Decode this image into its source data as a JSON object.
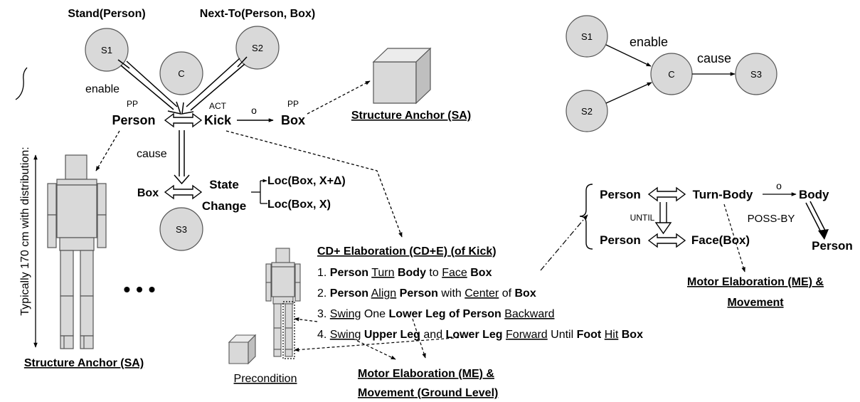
{
  "top_labels": {
    "stand": "Stand(Person)",
    "next_to": "Next-To(Person, Box)"
  },
  "nodes": {
    "s1": "S1",
    "s2": "S2",
    "c": "C",
    "s3": "S3"
  },
  "main": {
    "enable": "enable",
    "pp1": "PP",
    "pp2": "PP",
    "act": "ACT",
    "o": "o",
    "person": "Person",
    "kick": "Kick",
    "box": "Box",
    "structure_anchor": "Structure Anchor (SA)",
    "cause": "cause",
    "box2": "Box",
    "state": "State",
    "change": "Change",
    "loc1": "Loc(Box, X+Δ)",
    "loc2": "Loc(Box, X)"
  },
  "side": {
    "vertical": "Typically 170 cm with distribution:",
    "sa": "Structure Anchor (SA)",
    "dots": "• • •"
  },
  "elab": {
    "title": "CD+ Elaboration (CD+E) (of Kick)",
    "lines": [
      [
        {
          "t": "1. ",
          "s": "n"
        },
        {
          "t": "Person",
          "s": "b"
        },
        {
          "t": " ",
          "s": "n"
        },
        {
          "t": "Turn",
          "s": "u"
        },
        {
          "t": " ",
          "s": "n"
        },
        {
          "t": "Body",
          "s": "b"
        },
        {
          "t": " to ",
          "s": "n"
        },
        {
          "t": "Face",
          "s": "u"
        },
        {
          "t": " ",
          "s": "n"
        },
        {
          "t": "Box",
          "s": "b"
        }
      ],
      [
        {
          "t": "2. ",
          "s": "n"
        },
        {
          "t": "Person",
          "s": "b"
        },
        {
          "t": " ",
          "s": "n"
        },
        {
          "t": "Align",
          "s": "u"
        },
        {
          "t": " ",
          "s": "n"
        },
        {
          "t": "Person",
          "s": "b"
        },
        {
          "t": " with ",
          "s": "n"
        },
        {
          "t": "Center",
          "s": "u"
        },
        {
          "t": " of ",
          "s": "n"
        },
        {
          "t": "Box",
          "s": "b"
        }
      ],
      [
        {
          "t": "3. ",
          "s": "n"
        },
        {
          "t": "Swing",
          "s": "u"
        },
        {
          "t": " One ",
          "s": "n"
        },
        {
          "t": "Lower Leg of Person",
          "s": "b"
        },
        {
          "t": " ",
          "s": "n"
        },
        {
          "t": "Backward",
          "s": "u"
        }
      ],
      [
        {
          "t": "4. ",
          "s": "n"
        },
        {
          "t": "Swing",
          "s": "u"
        },
        {
          "t": " ",
          "s": "n"
        },
        {
          "t": "Upper Leg",
          "s": "b"
        },
        {
          "t": " and ",
          "s": "n"
        },
        {
          "t": "Lower Leg",
          "s": "b"
        },
        {
          "t": " ",
          "s": "n"
        },
        {
          "t": "Forward",
          "s": "u"
        },
        {
          "t": " Until ",
          "s": "n"
        },
        {
          "t": "Foot",
          "s": "b"
        },
        {
          "t": " ",
          "s": "n"
        },
        {
          "t": "Hit",
          "s": "u"
        },
        {
          "t": " ",
          "s": "n"
        },
        {
          "t": "Box",
          "s": "b"
        }
      ]
    ],
    "precondition": "Precondition",
    "me_ground_1": "Motor Elaboration (ME) &",
    "me_ground_2a": "Movement",
    "me_ground_2b": " (Ground Level)"
  },
  "right": {
    "enable": "enable",
    "cause": "cause",
    "person1": "Person",
    "turn_body": "Turn-Body",
    "o": "o",
    "body": "Body",
    "until": "UNTIL",
    "poss_by": "POSS-BY",
    "person2": "Person",
    "face_box": "Face(Box)",
    "person3": "Person",
    "me1": "Motor Elaboration (ME) &",
    "me2": "Movement"
  }
}
